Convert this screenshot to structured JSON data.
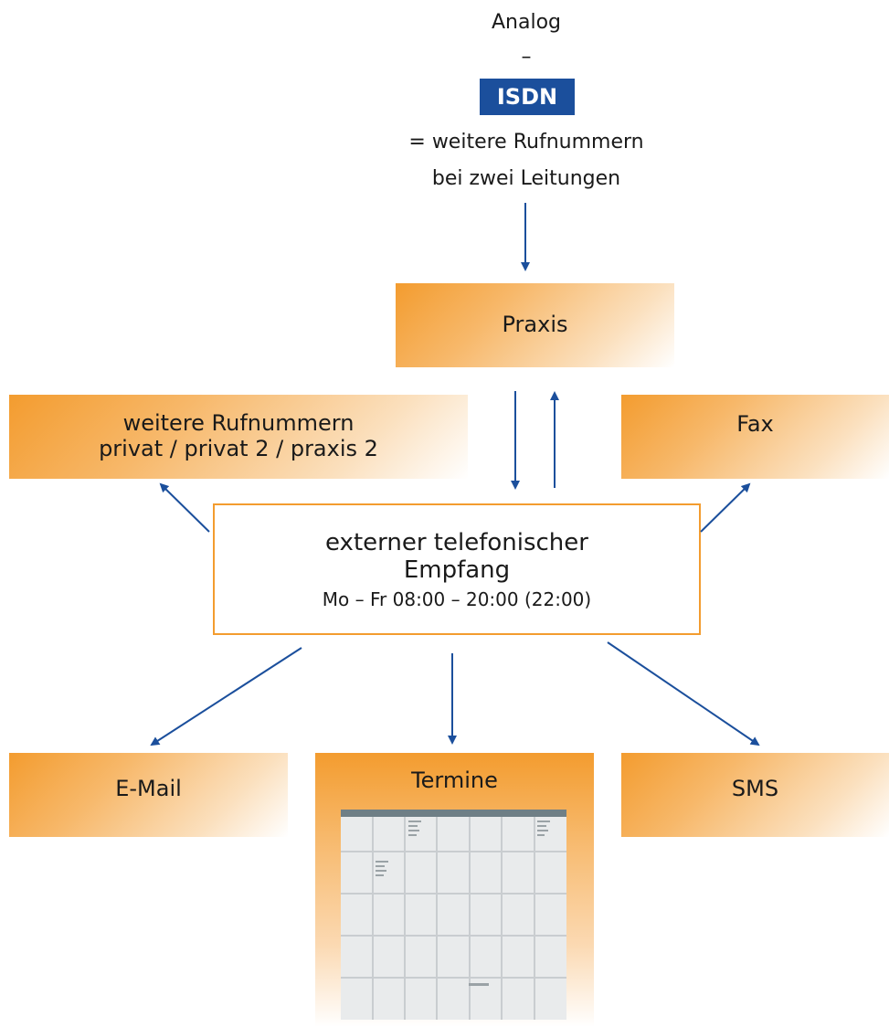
{
  "top": {
    "analog": "Analog",
    "dash": "–",
    "isdn": "ISDN",
    "line3": "= weitere Rufnummern",
    "line4": "bei zwei Leitungen"
  },
  "boxes": {
    "praxis": "Praxis",
    "weitere_line1": "weitere Rufnummern",
    "weitere_line2": "privat / privat 2 / praxis 2",
    "fax": "Fax",
    "email": "E-Mail",
    "termine": "Termine",
    "sms": "SMS"
  },
  "center": {
    "line1": "externer telefonischer",
    "line2": "Empfang",
    "line3": "Mo – Fr 08:00 – 20:00 (22:00)"
  },
  "colors": {
    "accent_orange": "#f39c2f",
    "arrow_blue": "#1b4f9c",
    "isdn_blue": "#1b4f9c"
  }
}
